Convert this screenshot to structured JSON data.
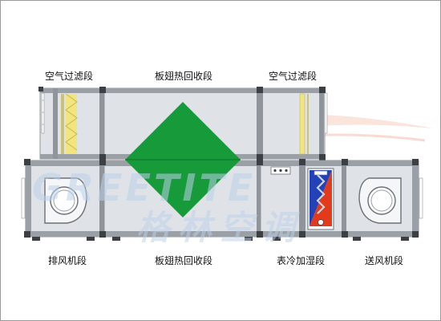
{
  "labels": {
    "top_left": "空气过滤段",
    "top_center": "板翅热回收段",
    "top_right": "空气过滤段",
    "bottom_exhaust": "排风机段",
    "bottom_center": "板翅热回收段",
    "bottom_coil": "表冷加湿段",
    "bottom_supply": "送风机段"
  },
  "watermark": {
    "latin": "GREETITE",
    "cn": "格林空调"
  },
  "colors": {
    "panel": "#d9dde2",
    "frame": "#8f959b",
    "frame_dark": "#5a5f65",
    "exchanger_green": "#169a3a",
    "filter_yellow": "#f2e57f",
    "coil_blue": "#2442b8",
    "coil_red": "#e23a1a",
    "watermark_red": "#f3b8a8",
    "watermark_blue": "#bcd0e8"
  },
  "icons": [
    "fan-icon",
    "fan-icon",
    "filter-icon",
    "coil-icon",
    "control-panel-icon"
  ]
}
